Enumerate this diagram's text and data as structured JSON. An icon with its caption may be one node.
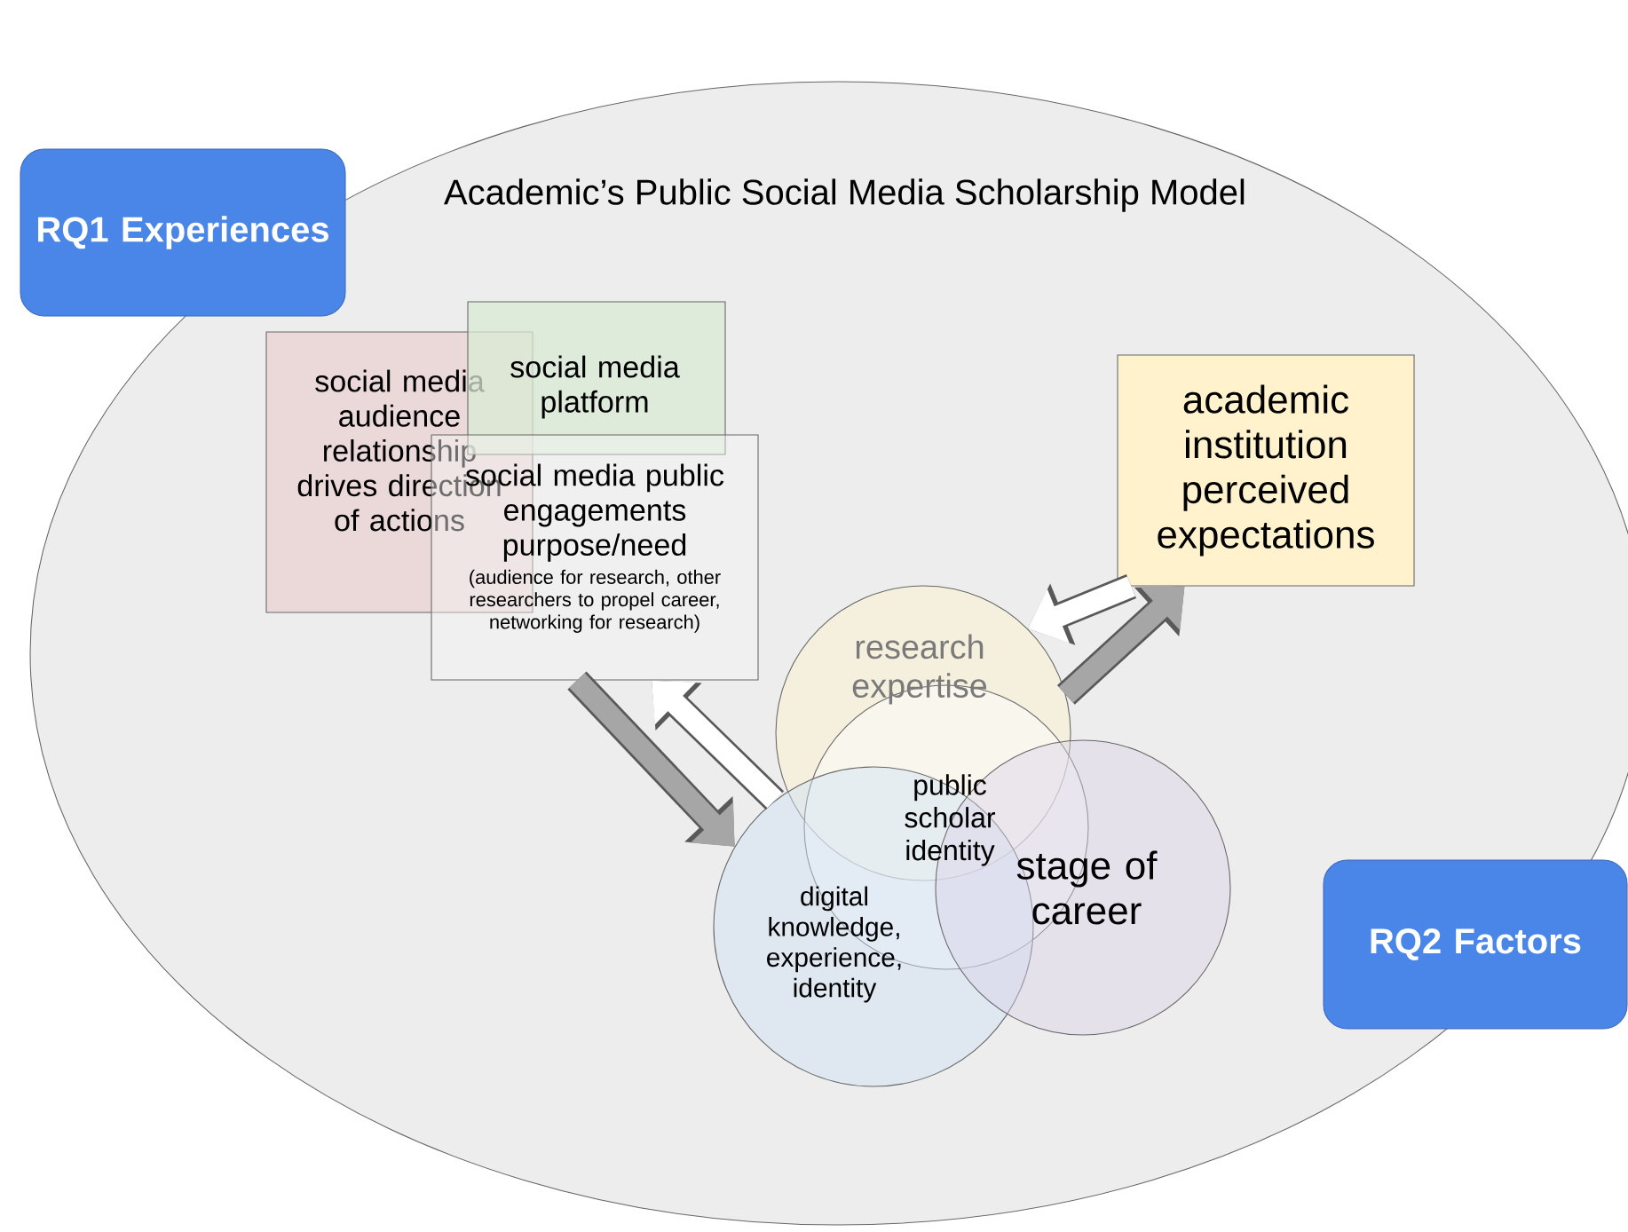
{
  "diagram": {
    "nodes": [
      {
        "text": [
          "Academic’s Public Social Media Scholarship Model"
        ]
      },
      {
        "text": [
          "RQ1 Experiences"
        ]
      },
      {
        "text": [
          "RQ2 Factors"
        ],
        "in": 0
      },
      {
        "text": [
          "social media audience relationship drives direction of actions"
        ],
        "in": 0
      },
      {
        "text": [
          "social media platform"
        ],
        "in": 0
      },
      {
        "text": [
          "social media public engagements purpose/need",
          "(audience for research, other researchers to propel career, networking for research)"
        ],
        "in": 0
      },
      {
        "text": [
          "academic institution perceived expectations"
        ],
        "in": 0
      },
      {
        "text": [
          "research expertise"
        ],
        "in": 0
      },
      {
        "text": [
          "public scholar identity"
        ],
        "in": 0
      },
      {
        "text": [
          "digital knowledge, experience, identity"
        ],
        "in": 0
      },
      {
        "text": [
          "stage of career"
        ],
        "in": 0
      }
    ],
    "edges": [
      {
        "from": 5,
        "to": 9,
        "arrow": "to",
        "color": "#a6a6a6"
      },
      {
        "from": 9,
        "to": 5,
        "arrow": "to",
        "color": "#ffffff"
      },
      {
        "from": 6,
        "to": 7,
        "arrow": "to",
        "color": "#ffffff"
      },
      {
        "from": 7,
        "to": 6,
        "arrow": "to",
        "color": "#a6a6a6"
      }
    ]
  }
}
